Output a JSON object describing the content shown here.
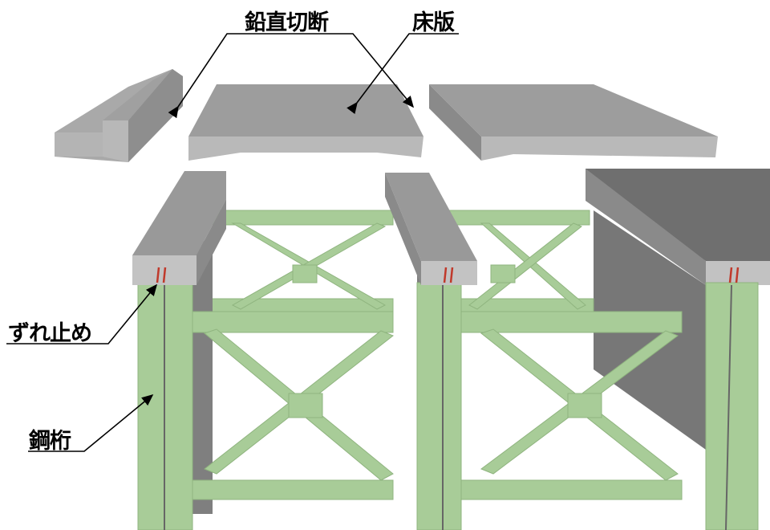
{
  "labels": {
    "vertical_cut": "鉛直切断",
    "deck_slab": "床版",
    "shear_connector": "ずれ止め",
    "steel_girder": "鋼桁"
  },
  "colors": {
    "steel": "#a8cc98",
    "steel_dark": "#8fb47f",
    "concrete": "#a6a6a6",
    "concrete_top": "#9a9a9a",
    "web": "#7d7d7d",
    "stud": "#c0392b"
  }
}
